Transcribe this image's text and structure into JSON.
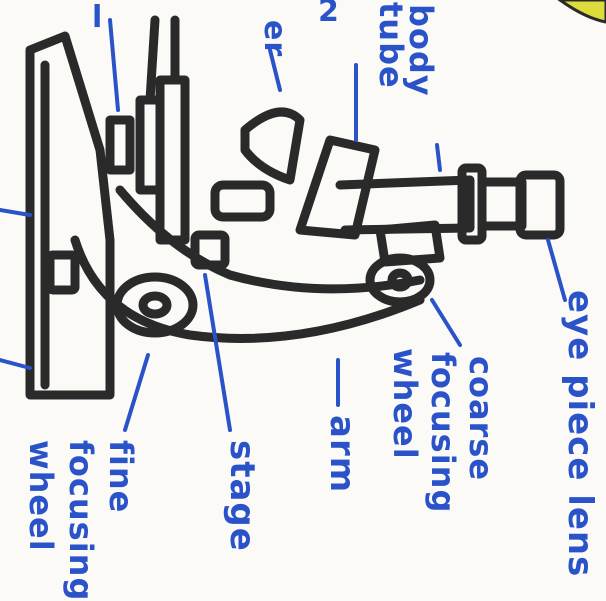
{
  "colors": {
    "ink": "#2a2a2a",
    "label": "#2a52c9",
    "paper": "#fbfaf7",
    "highlight": "#dcdc3c"
  },
  "labels": {
    "top_partial_1": "l",
    "top_partial_2": "er",
    "top_partial_3": "2",
    "body_tube": [
      "body",
      "tube"
    ],
    "eyepiece_lens": "eye piece lens",
    "coarse_focusing_wheel": [
      "coarse",
      "focusing",
      "wheel"
    ],
    "arm": "arm",
    "stage": "stage",
    "fine_focusing_wheel": [
      "fine",
      "focusing",
      "wheel"
    ]
  }
}
